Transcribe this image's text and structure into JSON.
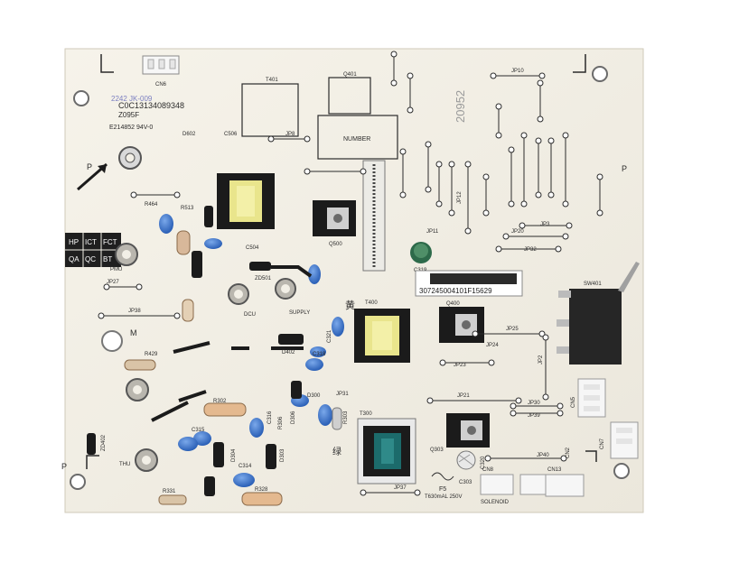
{
  "board": {
    "id_code": "C0C13134089348",
    "id_sub": "Z095F",
    "model_number": "20952",
    "ul_code": "E214852 94V-0",
    "handwritten_marks": "2242 JK-009",
    "barcode_text": "307245004101F15629",
    "number_box": "NUMBER",
    "char_yellow": "黄",
    "char_green": "绿",
    "corner_p": "P",
    "label_m": "M"
  },
  "qc_table": {
    "row1": [
      "HP",
      "ICT",
      "FCT"
    ],
    "row2": [
      "QA",
      "QC",
      "BT"
    ]
  },
  "components": {
    "cn6": "CN6",
    "t401": "T401",
    "q401": "Q401",
    "jp10": "JP10",
    "d602": "D602",
    "c506": "C506",
    "jp8": "JP8",
    "r464": "R464",
    "r513": "R513",
    "c504": "C504",
    "q500": "Q500",
    "c319": "C319",
    "jp11": "JP11",
    "jp20": "JP20",
    "jp32": "JP32",
    "jp3": "JP3",
    "sw401": "SW401",
    "jp27": "JP27",
    "jp38": "JP38",
    "pmu": "PMU",
    "dcu": "DCU",
    "supply": "SUPPLY",
    "zd501": "ZD501",
    "t400": "T400",
    "q400": "Q400",
    "jp25": "JP25",
    "jp24": "JP24",
    "jp23": "JP23",
    "r429": "R429",
    "d402": "D402",
    "c318": "C318",
    "r302": "R302",
    "jp21": "JP21",
    "jp30": "JP30",
    "jp39": "JP39",
    "cn5": "CN5",
    "t300": "T300",
    "q303": "Q303",
    "c315": "C315",
    "thu": "THU",
    "jp40": "JP40",
    "cn8": "CN8",
    "cn13": "CN13",
    "fuse": "F5",
    "fuse_rating": "T630mAL 250V",
    "solenoid": "SOLENOID",
    "jp37": "JP37",
    "r331": "R331",
    "r328": "R328",
    "zd402": "ZD402",
    "c314": "C314",
    "cn2": "CN2",
    "cn7": "CN7",
    "c320": "C320",
    "d304": "D304",
    "d303": "D303",
    "r306": "R306",
    "jp12": "JP12",
    "jp2": "JP2",
    "d306": "D306",
    "c316": "C316",
    "d300": "D300",
    "c321": "C321",
    "r303": "R303",
    "jp31": "JP31",
    "c303": "C303"
  },
  "colors": {
    "board": "#f2efe6",
    "silkscreen": "#2b2b2b",
    "transformer_core": "#1b1b1b",
    "winding_yellow": "#e9e58c",
    "winding_green": "#1c6b6b",
    "cap_blue": "#3a72c8",
    "switch": "#2a2a2a"
  }
}
